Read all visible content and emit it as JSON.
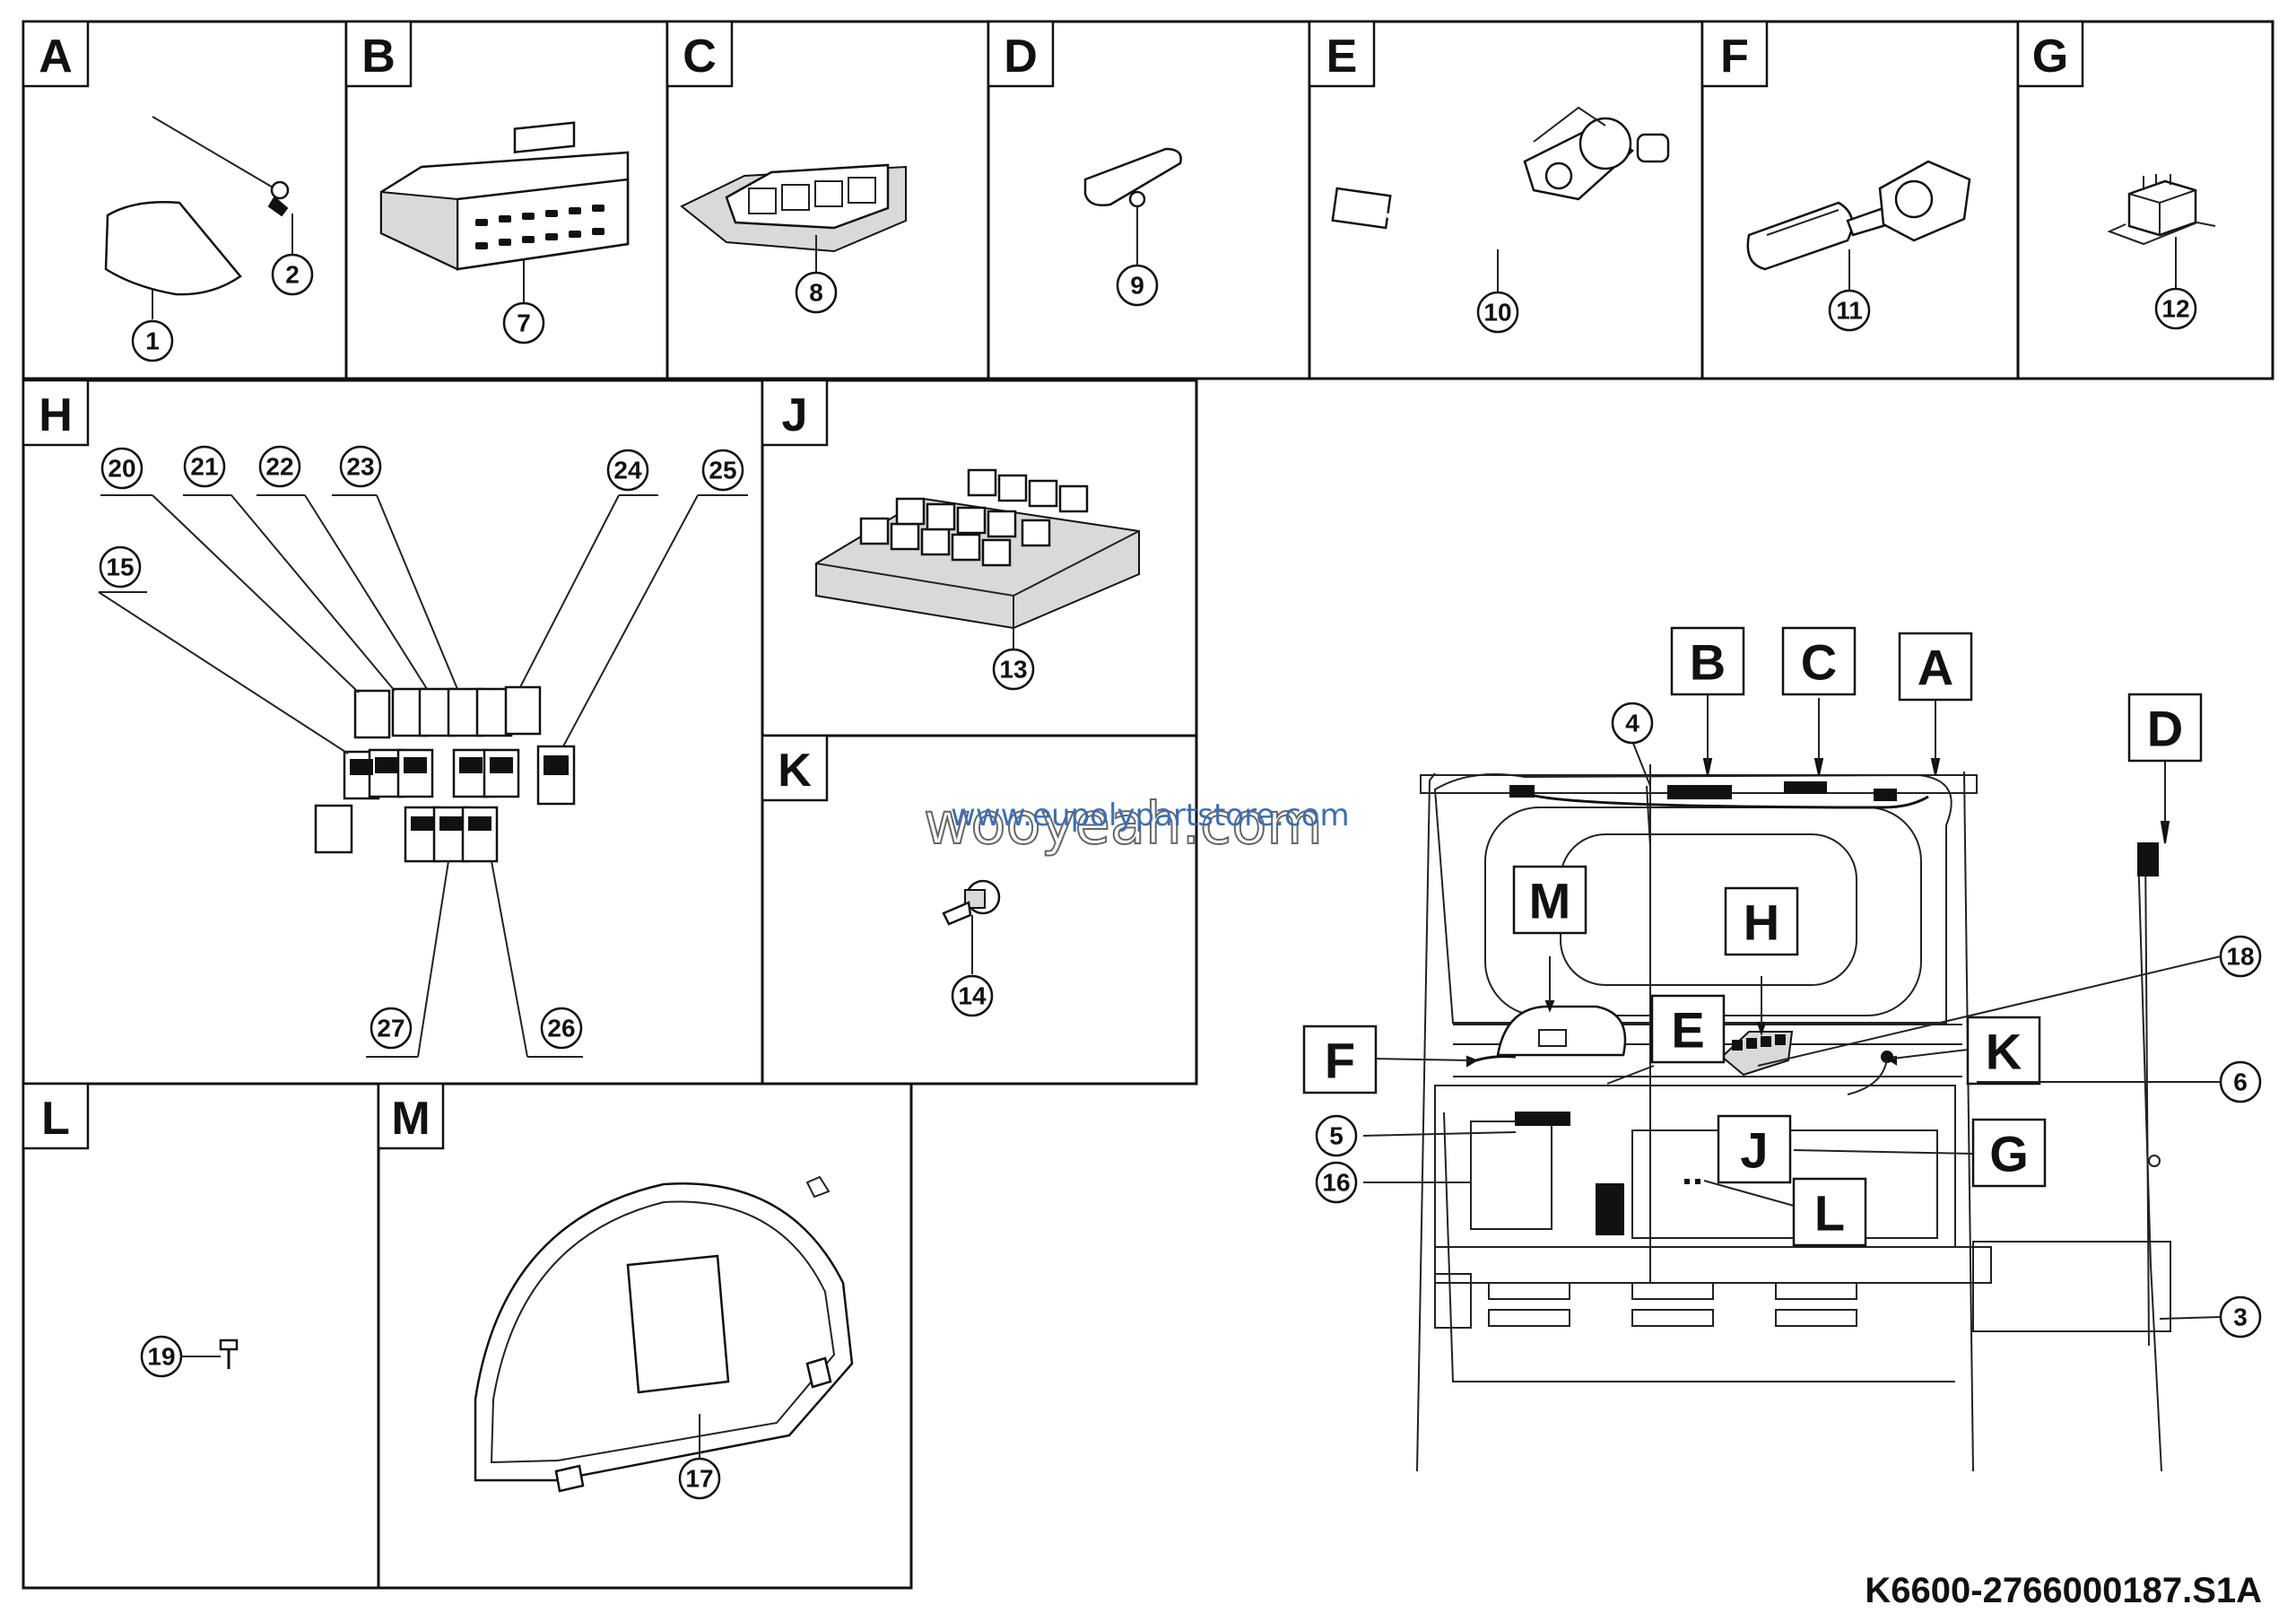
{
  "panels": {
    "A": "A",
    "B": "B",
    "C": "C",
    "D": "D",
    "E": "E",
    "F": "F",
    "G": "G",
    "H": "H",
    "J": "J",
    "K": "K",
    "L": "L",
    "M": "M"
  },
  "parts": {
    "p1": "1",
    "p2": "2",
    "p3": "3",
    "p4": "4",
    "p5": "5",
    "p6": "6",
    "p7": "7",
    "p8": "8",
    "p9": "9",
    "p10": "10",
    "p11": "11",
    "p12": "12",
    "p13": "13",
    "p14": "14",
    "p15": "15",
    "p16": "16",
    "p17": "17",
    "p18": "18",
    "p19": "19",
    "p20": "20",
    "p21": "21",
    "p22": "22",
    "p23": "23",
    "p24": "24",
    "p25": "25",
    "p26": "26",
    "p27": "27"
  },
  "callouts": {
    "A": "A",
    "B": "B",
    "C": "C",
    "D": "D",
    "E": "E",
    "F": "F",
    "G": "G",
    "H": "H",
    "J": "J",
    "K": "K",
    "L": "L",
    "M": "M"
  },
  "watermark": {
    "main": "wooyeah.com",
    "sub": "www.eupolypartstore.com"
  },
  "document_id": "K6600-2766000187.S1A"
}
